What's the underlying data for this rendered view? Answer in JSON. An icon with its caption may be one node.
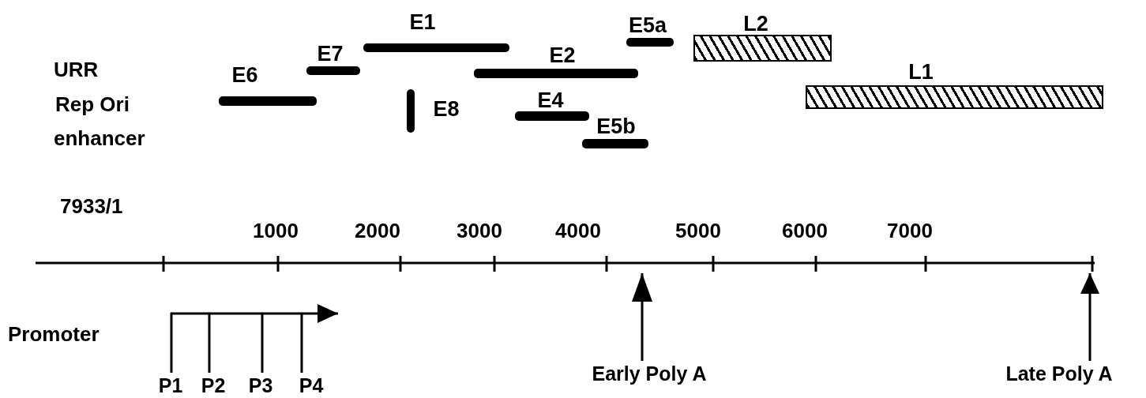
{
  "diagram": {
    "nodes": [
      {
        "text": [
          "E1"
        ]
      },
      {
        "text": [
          "E5a"
        ]
      },
      {
        "text": [
          "L2"
        ]
      },
      {
        "text": [
          "E7"
        ]
      },
      {
        "text": [
          "E2"
        ]
      },
      {
        "text": [
          "L1"
        ]
      },
      {
        "text": [
          "E6"
        ]
      },
      {
        "text": [
          "E8"
        ]
      },
      {
        "text": [
          "E4"
        ]
      },
      {
        "text": [
          "E5b"
        ]
      },
      {
        "text": [
          "Early Poly A"
        ]
      },
      {
        "text": [
          "Late Poly A"
        ]
      },
      {
        "text": [
          "P1"
        ]
      },
      {
        "text": [
          "P2"
        ]
      },
      {
        "text": [
          "P3"
        ]
      },
      {
        "text": [
          "P4"
        ]
      },
      {
        "text": [],
        "shape": "line"
      }
    ],
    "edges": [
      {
        "from": 10,
        "to": 16,
        "arrow": "to"
      },
      {
        "from": 11,
        "to": 16,
        "arrow": "to"
      },
      {
        "from": 12,
        "to": null,
        "arrow": "none"
      },
      {
        "from": 13,
        "to": null,
        "arrow": "none"
      },
      {
        "from": 14,
        "to": null,
        "arrow": "none"
      },
      {
        "from": 15,
        "to": null,
        "arrow": "none"
      }
    ],
    "labels": [
      "URR",
      "Rep Ori",
      "enhancer",
      "7933/1",
      "1000",
      "2000",
      "3000",
      "4000",
      "5000",
      "6000",
      "7000",
      "Promoter"
    ]
  }
}
